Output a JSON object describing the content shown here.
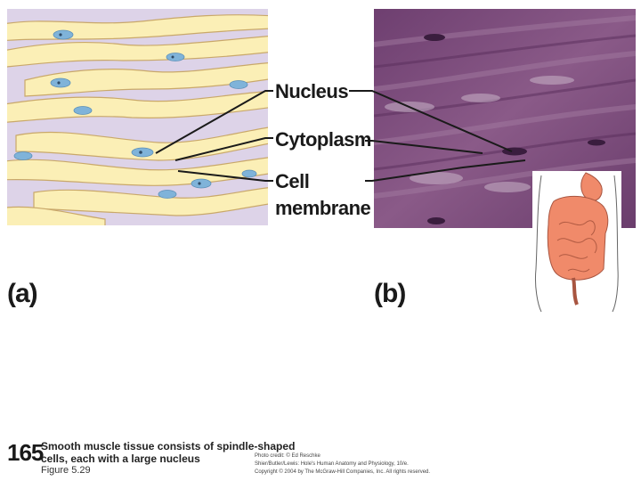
{
  "labels": {
    "nucleus": "Nucleus",
    "cytoplasm": "Cytoplasm",
    "cell_membrane_1": "Cell",
    "cell_membrane_2": "membrane"
  },
  "panels": {
    "a": "(a)",
    "b": "(b)"
  },
  "caption": {
    "number": "165",
    "line1": "Smooth muscle tissue consists of spindle-shaped",
    "line2": "cells, each with a large nucleus",
    "figure": "Figure 5.29"
  },
  "credits": {
    "line1": "Photo credit: © Ed Reschke",
    "line2": "Shier/Butler/Lewis: Hole's Human Anatomy and Physiology, 10/e.",
    "line3": "Copyright © 2004 by The McGraw-Hill Companies, Inc. All rights reserved."
  },
  "colors": {
    "drawing_bg": "#ddd3e8",
    "cell_fill": "#fbefb6",
    "cell_edge": "#c9a86a",
    "nucleus": "#7fb3d9",
    "micrograph": "#7a4a78",
    "organ": "#f08a6a"
  }
}
